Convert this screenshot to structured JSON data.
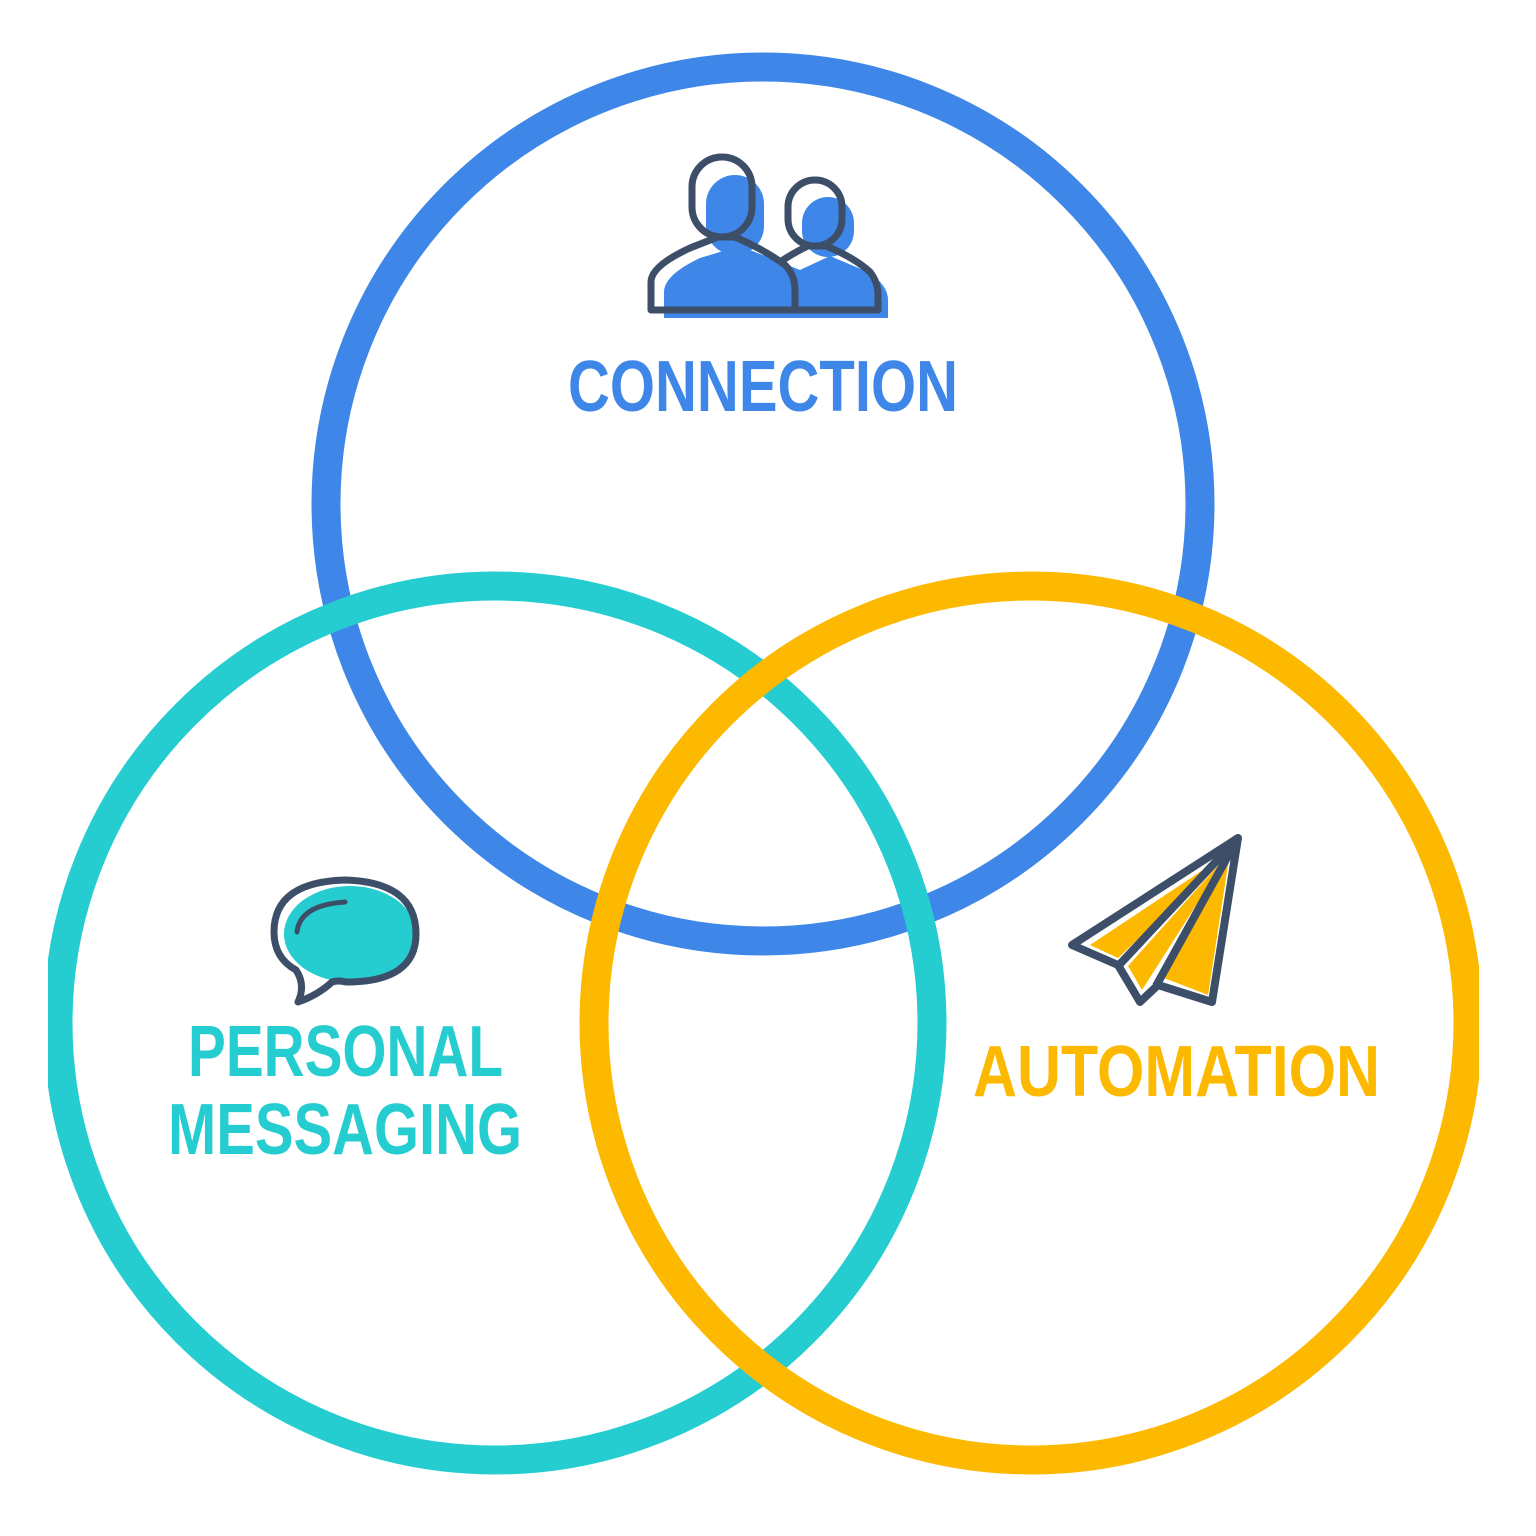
{
  "colors": {
    "connection": "#3e87e8",
    "messaging": "#25cdd0",
    "automation": "#fdb900",
    "outline": "#3d4e69"
  },
  "circles": [
    {
      "id": "connection",
      "label": "CONNECTION",
      "icon": "people-icon"
    },
    {
      "id": "personal-messaging",
      "label_line1": "PERSONAL",
      "label_line2": "MESSAGING",
      "icon": "chat-bubble-icon"
    },
    {
      "id": "automation",
      "label": "AUTOMATION",
      "icon": "paper-plane-icon"
    }
  ]
}
